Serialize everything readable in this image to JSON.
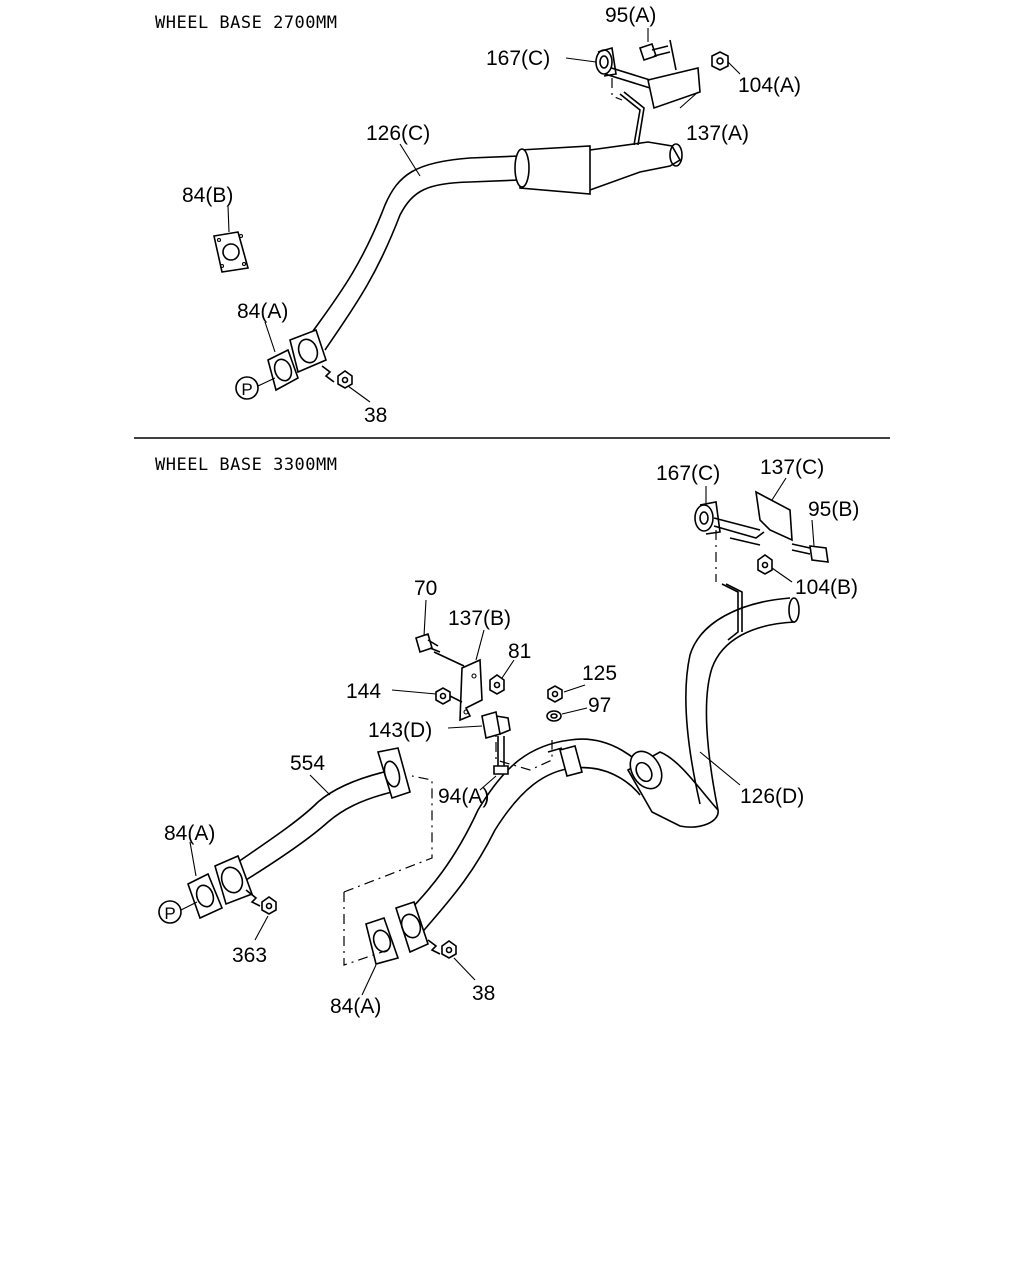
{
  "sections": [
    {
      "heading": "WHEEL BASE 2700MM"
    },
    {
      "heading": "WHEEL BASE 3300MM"
    }
  ],
  "labels": {
    "s1_95a": "95(A)",
    "s1_167c": "167(C)",
    "s1_104a": "104(A)",
    "s1_137a": "137(A)",
    "s1_126c": "126(C)",
    "s1_84b": "84(B)",
    "s1_84a": "84(A)",
    "s1_p": "P",
    "s1_38": "38",
    "s2_167c": "167(C)",
    "s2_137c": "137(C)",
    "s2_95b": "95(B)",
    "s2_104b": "104(B)",
    "s2_70": "70",
    "s2_137b": "137(B)",
    "s2_81": "81",
    "s2_125": "125",
    "s2_144": "144",
    "s2_97": "97",
    "s2_143d": "143(D)",
    "s2_554": "554",
    "s2_94a": "94(A)",
    "s2_126d": "126(D)",
    "s2_84a_left": "84(A)",
    "s2_p": "P",
    "s2_363": "363",
    "s2_38": "38",
    "s2_84a_bottom": "84(A)"
  }
}
